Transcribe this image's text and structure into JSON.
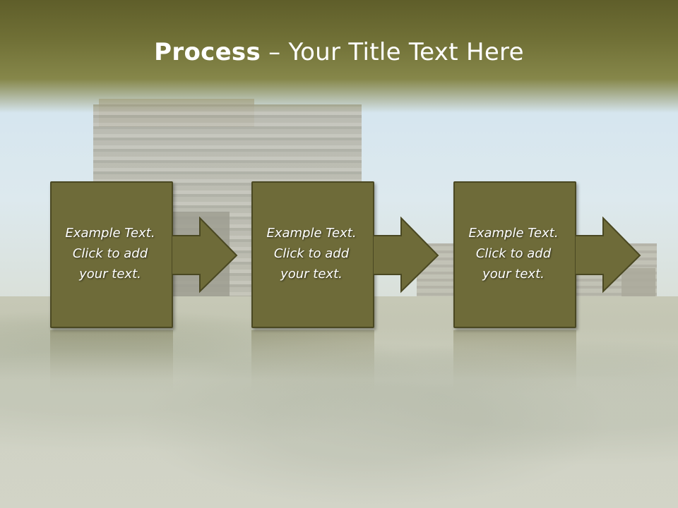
{
  "slide": {
    "title_bold": "Process",
    "title_rest": " – Your Title Text Here"
  },
  "steps": [
    {
      "text": "Example Text.\nClick  to add\nyour text."
    },
    {
      "text": "Example Text.\nClick  to add\nyour text."
    },
    {
      "text": "Example Text.\nClick  to add\nyour text."
    }
  ],
  "colors": {
    "title_band": "#6b6b32",
    "box_fill": "#6e6b39",
    "box_border": "#4a4822",
    "text": "#ffffff"
  }
}
